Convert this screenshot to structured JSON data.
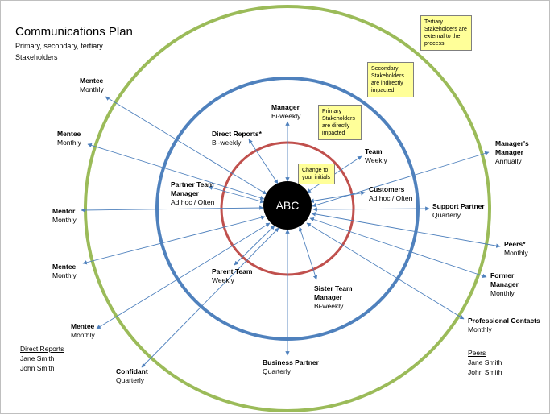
{
  "title": "Communications Plan",
  "subtitle": "Primary, secondary, tertiary Stakeholders",
  "center_label": "ABC",
  "colors": {
    "tertiary_ring": "#9bbb59",
    "secondary_ring": "#4f81bd",
    "primary_ring": "#c0504d",
    "center": "#000000",
    "arrow": "#4f81bd",
    "note_fill": "#ffff99"
  },
  "notes": {
    "tertiary": "Tertiary Stakeholders are external to the process",
    "secondary": "Secondary Stakeholders are indirectly impacted",
    "primary": "Primary Stakeholders are directly impacted",
    "initials": "Change to your initials"
  },
  "stakeholders": [
    {
      "name": "Mentee",
      "frequency": "Monthly"
    },
    {
      "name": "Mentee",
      "frequency": "Monthly"
    },
    {
      "name": "Mentor",
      "frequency": "Monthly"
    },
    {
      "name": "Mentee",
      "frequency": "Monthly"
    },
    {
      "name": "Mentee",
      "frequency": "Monthly"
    },
    {
      "name": "Confidant",
      "frequency": "Quarterly"
    },
    {
      "name": "Business Partner",
      "frequency": "Quarterly"
    },
    {
      "name": "Parent Team",
      "frequency": "Weekly"
    },
    {
      "name": "Partner Team Manager",
      "frequency": "Ad hoc / Often"
    },
    {
      "name": "Direct Reports*",
      "frequency": "Bi-weekly"
    },
    {
      "name": "Manager",
      "frequency": "Bi-weekly"
    },
    {
      "name": "Team",
      "frequency": "Weekly"
    },
    {
      "name": "Customers",
      "frequency": "Ad hoc / Often"
    },
    {
      "name": "Sister Team Manager",
      "frequency": "Bi-weekly"
    },
    {
      "name": "Manager's Manager",
      "frequency": "Annually"
    },
    {
      "name": "Support Partner",
      "frequency": "Quarterly"
    },
    {
      "name": "Peers*",
      "frequency": "Monthly"
    },
    {
      "name": "Former Manager",
      "frequency": "Monthly"
    },
    {
      "name": "Professional Contacts",
      "frequency": "Monthly"
    }
  ],
  "direct_reports": {
    "heading": "Direct Reports",
    "names": [
      "Jane Smith",
      "John Smith"
    ]
  },
  "peers": {
    "heading": "Peers",
    "names": [
      "Jane Smith",
      "John Smith"
    ]
  }
}
